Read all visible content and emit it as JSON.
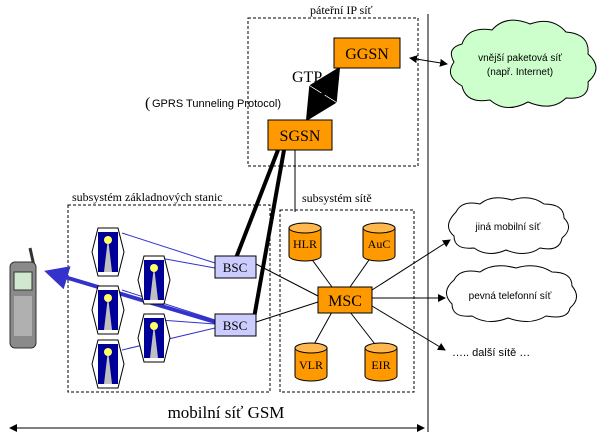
{
  "regions": {
    "backbone": "páteřní IP síť",
    "bss": "subsystém základnových stanic",
    "nss": "subsystém sítě",
    "footer": "mobilní síť GSM"
  },
  "labels": {
    "gtp": "GTP",
    "gtp_full_paren": "(",
    "gtp_full": "GPRS Tunneling Protocol)"
  },
  "nodes": {
    "ggsn": "GGSN",
    "sgsn": "SGSN",
    "msc": "MSC",
    "bsc1": "BSC",
    "bsc2": "BSC",
    "hlr": "HLR",
    "auc": "AuC",
    "vlr": "VLR",
    "eir": "EIR"
  },
  "clouds": {
    "packet_line1": "vnější paketová síť",
    "packet_line2": "(např. Internet)",
    "other_mobile": "jiná mobilní síť",
    "fixed": "pevná telefonní síť",
    "other": "….. další sítě …"
  },
  "colors": {
    "node_orange": "#ff9900",
    "cloud_green": "#ccffcc",
    "bsc_blue": "#ccccff",
    "bts_blue": "#000099",
    "link_blue": "#3333cc"
  }
}
